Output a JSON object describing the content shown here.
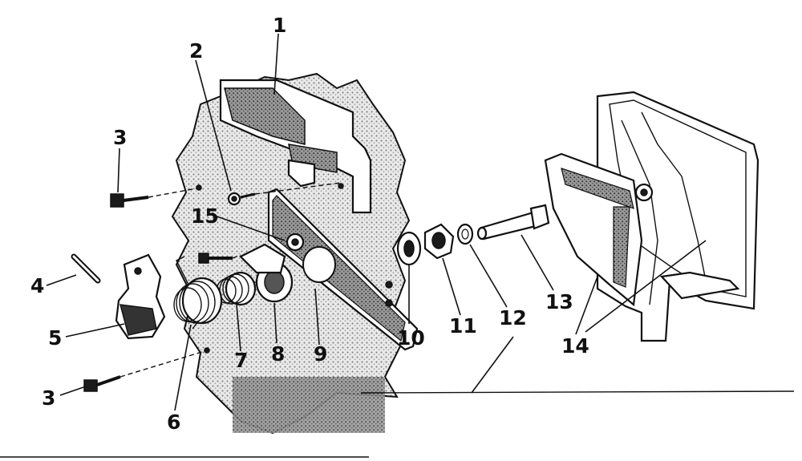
{
  "diagram": {
    "type": "exploded-parts-view",
    "labels": {
      "p1": "1",
      "p2": "2",
      "p3a": "3",
      "p3b": "3",
      "p4": "4",
      "p5": "5",
      "p6": "6",
      "p7": "7",
      "p8": "8",
      "p9": "9",
      "p10": "10",
      "p11": "11",
      "p12": "12",
      "p13": "13",
      "p14": "14",
      "p15": "15"
    }
  }
}
